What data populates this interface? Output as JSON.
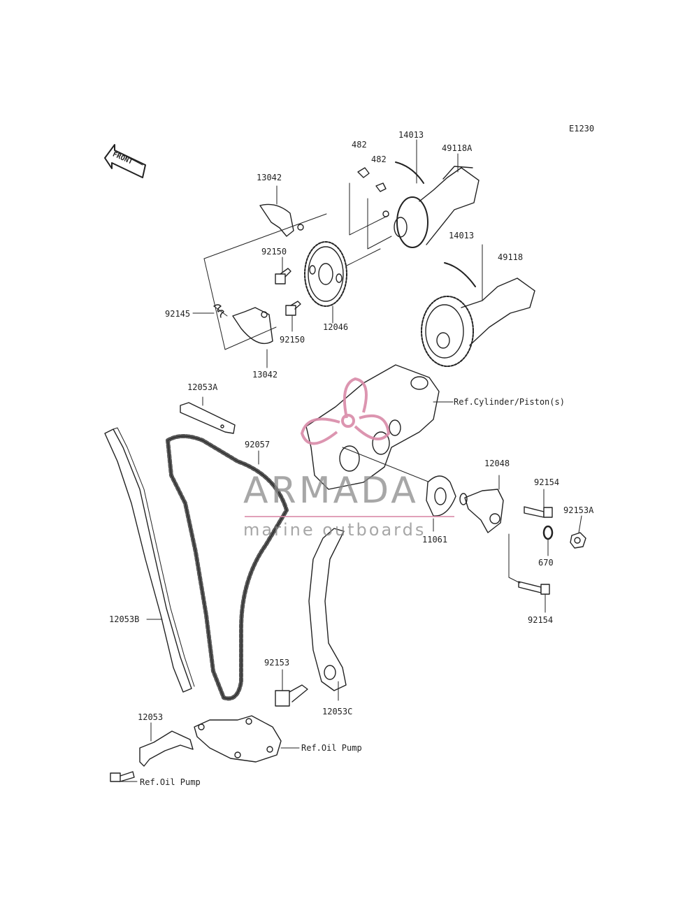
{
  "diagram_code": "E1230",
  "front_label": "FRONT",
  "watermark": {
    "title": "ARMADA",
    "subtitle": "marine outboards"
  },
  "labels": {
    "p14013_top": "14013",
    "p49118A": "49118A",
    "p482_a": "482",
    "p482_b": "482",
    "p13042_top": "13042",
    "p92150_top": "92150",
    "p14013_mid": "14013",
    "p49118": "49118",
    "p92145": "92145",
    "p92150_bot": "92150",
    "p12046": "12046",
    "p13042_bot": "13042",
    "p12053A": "12053A",
    "ref_cylinder": "Ref.Cylinder/Piston(s)",
    "p92057": "92057",
    "p12048": "12048",
    "p92154_top": "92154",
    "p92153A": "92153A",
    "p11061": "11061",
    "p670": "670",
    "p12053B": "12053B",
    "p92154_bot": "92154",
    "p92153": "92153",
    "p12053C": "12053C",
    "p12053": "12053",
    "ref_oil_pump_right": "Ref.Oil Pump",
    "ref_oil_pump_left": "Ref.Oil Pump"
  },
  "colors": {
    "line": "#222222",
    "watermark_pink": "#d98aa8",
    "watermark_grey": "#8a8a8a"
  }
}
